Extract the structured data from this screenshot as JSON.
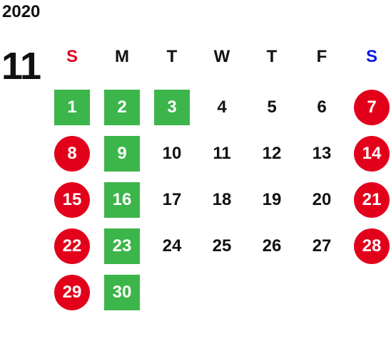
{
  "year": "2020",
  "month": "11",
  "weekdays": [
    {
      "label": "S",
      "color": "#e3001b"
    },
    {
      "label": "M",
      "color": "#111111"
    },
    {
      "label": "T",
      "color": "#111111"
    },
    {
      "label": "W",
      "color": "#111111"
    },
    {
      "label": "T",
      "color": "#111111"
    },
    {
      "label": "F",
      "color": "#111111"
    },
    {
      "label": "S",
      "color": "#0018e6"
    }
  ],
  "colors": {
    "highlight_square": "#3cb54a",
    "weekend_circle": "#e3001b"
  },
  "weeks": [
    [
      {
        "day": "1",
        "mark": "square"
      },
      {
        "day": "2",
        "mark": "square"
      },
      {
        "day": "3",
        "mark": "square"
      },
      {
        "day": "4",
        "mark": "none"
      },
      {
        "day": "5",
        "mark": "none"
      },
      {
        "day": "6",
        "mark": "none"
      },
      {
        "day": "7",
        "mark": "circle"
      }
    ],
    [
      {
        "day": "8",
        "mark": "circle"
      },
      {
        "day": "9",
        "mark": "square"
      },
      {
        "day": "10",
        "mark": "none"
      },
      {
        "day": "11",
        "mark": "none"
      },
      {
        "day": "12",
        "mark": "none"
      },
      {
        "day": "13",
        "mark": "none"
      },
      {
        "day": "14",
        "mark": "circle"
      }
    ],
    [
      {
        "day": "15",
        "mark": "circle"
      },
      {
        "day": "16",
        "mark": "square"
      },
      {
        "day": "17",
        "mark": "none"
      },
      {
        "day": "18",
        "mark": "none"
      },
      {
        "day": "19",
        "mark": "none"
      },
      {
        "day": "20",
        "mark": "none"
      },
      {
        "day": "21",
        "mark": "circle"
      }
    ],
    [
      {
        "day": "22",
        "mark": "circle"
      },
      {
        "day": "23",
        "mark": "square"
      },
      {
        "day": "24",
        "mark": "none"
      },
      {
        "day": "25",
        "mark": "none"
      },
      {
        "day": "26",
        "mark": "none"
      },
      {
        "day": "27",
        "mark": "none"
      },
      {
        "day": "28",
        "mark": "circle"
      }
    ],
    [
      {
        "day": "29",
        "mark": "circle"
      },
      {
        "day": "30",
        "mark": "square"
      }
    ]
  ]
}
